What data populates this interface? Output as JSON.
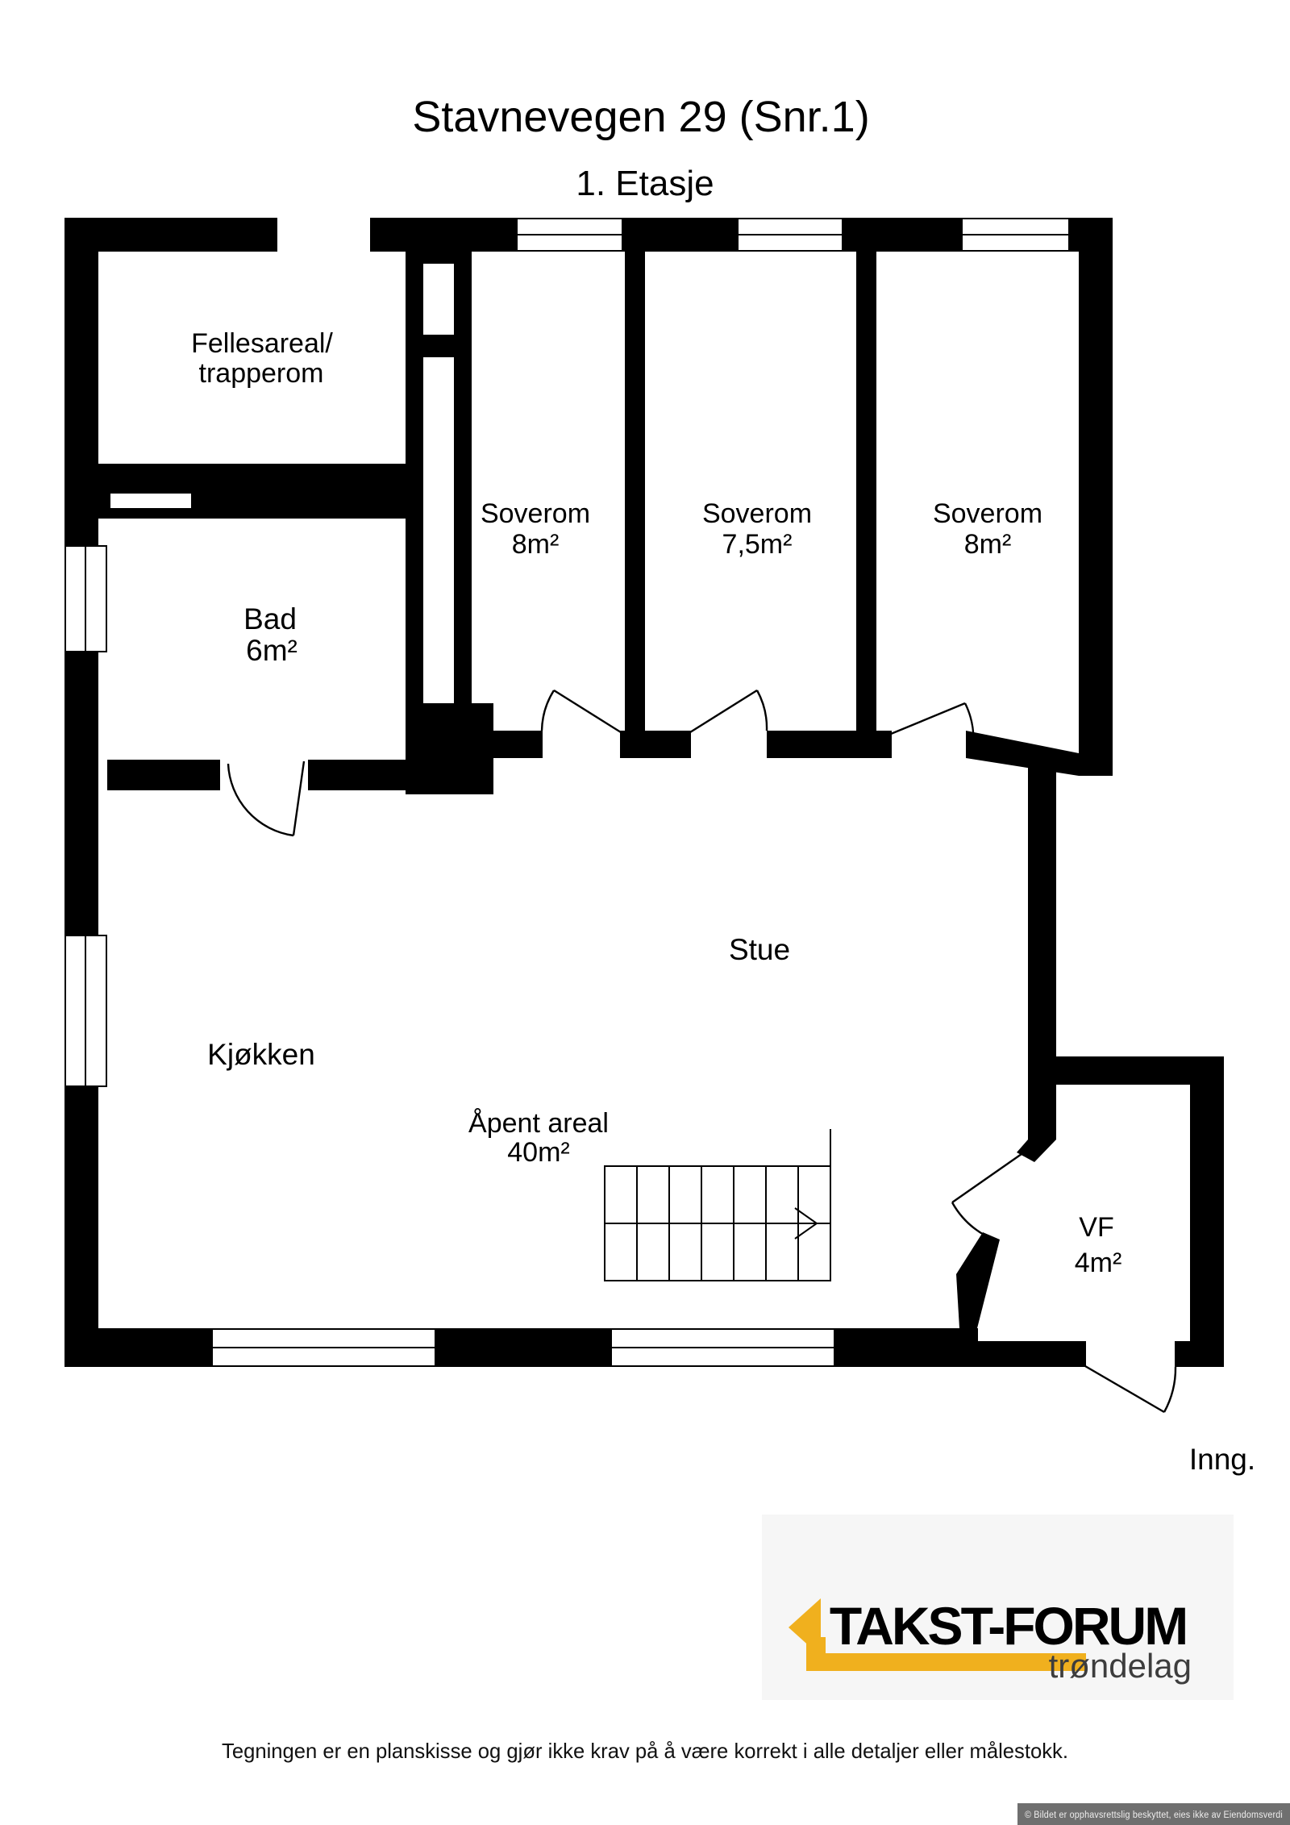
{
  "title": "Stavnevegen 29 (Snr.1)",
  "subtitle": "1. Etasje",
  "rooms": {
    "fellesareal": {
      "line1": "Fellesareal/",
      "line2": "trapperom"
    },
    "bad": {
      "name": "Bad",
      "area": "6m²"
    },
    "soverom1": {
      "name": "Soverom",
      "area": "8m²"
    },
    "soverom2": {
      "name": "Soverom",
      "area": "7,5m²"
    },
    "soverom3": {
      "name": "Soverom",
      "area": "8m²"
    },
    "kjokken": {
      "name": "Kjøkken"
    },
    "stue": {
      "name": "Stue"
    },
    "apent": {
      "name": "Åpent areal",
      "area": "40m²"
    },
    "vf": {
      "name": "VF",
      "area": "4m²"
    },
    "entrance_label": "Inng."
  },
  "logo": {
    "brand": "TAKST-FORUM",
    "region": "trøndelag"
  },
  "footer": "Tegningen er en planskisse og gjør ikke krav på å være korrekt i alle detaljer eller målestokk.",
  "copyright": "© Bildet er opphavsrettslig beskyttet, eies ikke av Eiendomsverdi",
  "colors": {
    "wall": "#000000",
    "accent": "#F0B01E",
    "copyright_bg": "#6F6F6F"
  }
}
